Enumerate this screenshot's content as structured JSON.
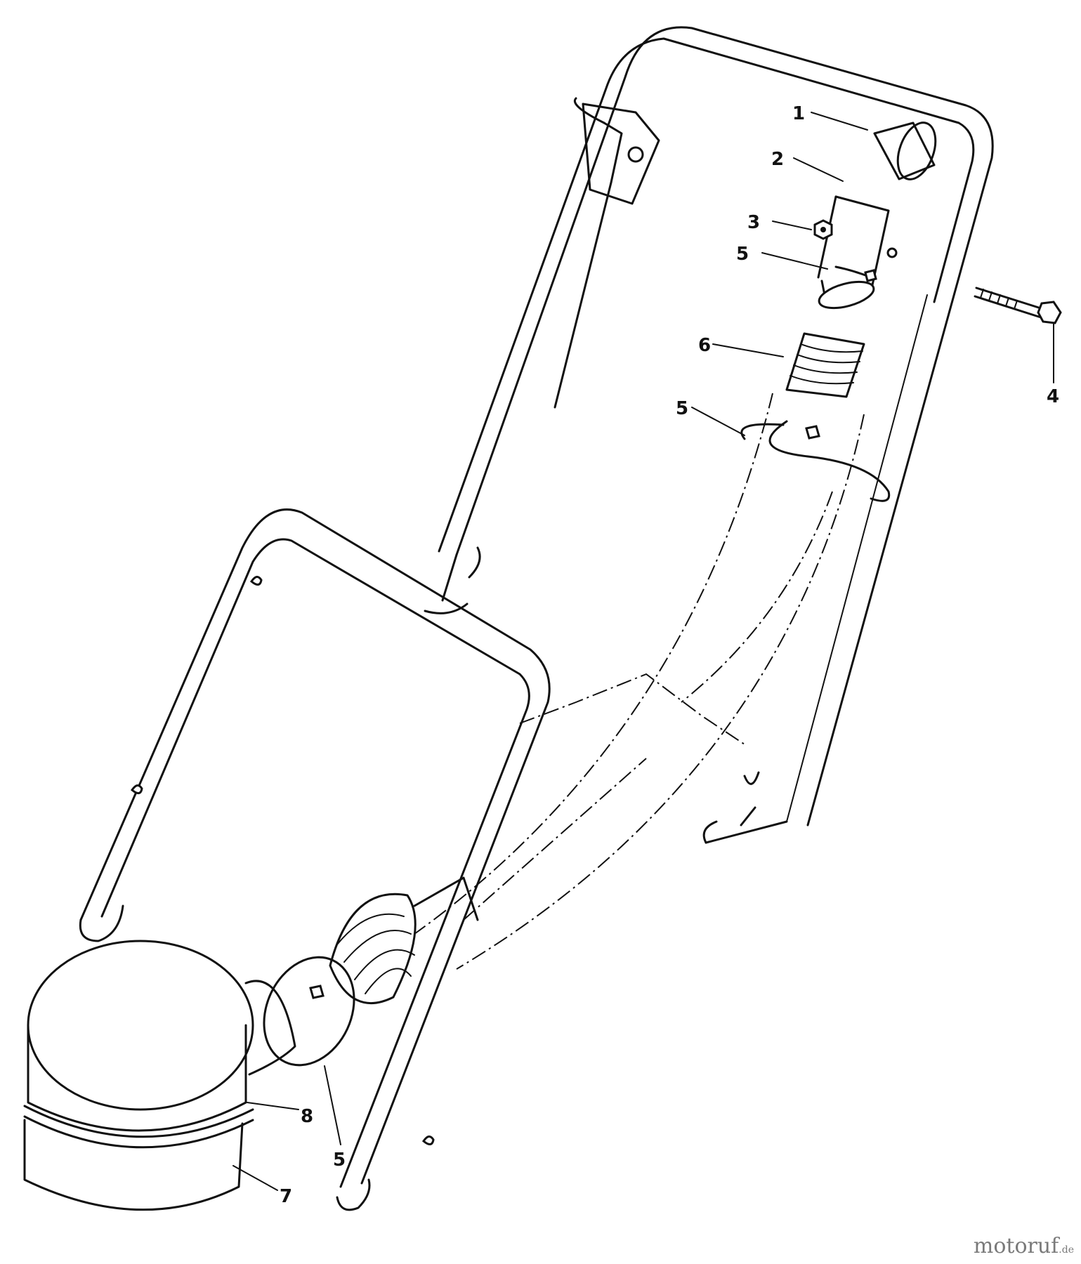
{
  "callouts": {
    "p1": "1",
    "p2": "2",
    "p3": "3",
    "p4": "4",
    "p5a": "5",
    "p5b": "5",
    "p5c": "5",
    "p6": "6",
    "p7": "7",
    "p8": "8"
  },
  "watermark": {
    "brand": "motoruf",
    "tld": ".de"
  },
  "colors": {
    "line": "#111111",
    "background": "#ffffff",
    "watermark": "#7a7a7a"
  }
}
